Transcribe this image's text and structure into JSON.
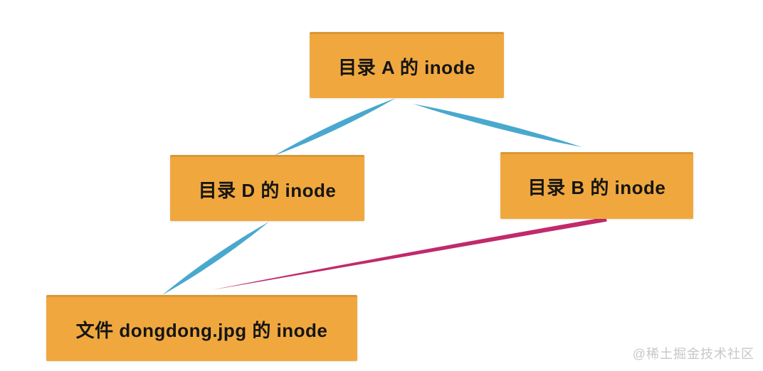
{
  "colors": {
    "background": "#ffffff",
    "node_fill": "#f0a83e",
    "node_text": "#151515",
    "link_blue": "#49a8ce",
    "link_pink": "#c12a6c",
    "watermark": "#c7c7c7"
  },
  "diagram": {
    "nodes": [
      {
        "id": "dir-a",
        "label": "目录 A 的 inode"
      },
      {
        "id": "dir-d",
        "label": "目录 D 的 inode"
      },
      {
        "id": "dir-b",
        "label": "目录 B 的 inode"
      },
      {
        "id": "file-dongdong",
        "label": "文件 dongdong.jpg 的 inode"
      }
    ],
    "edges": [
      {
        "from": "dir-a",
        "to": "dir-d",
        "color_key": "link_blue"
      },
      {
        "from": "dir-a",
        "to": "dir-b",
        "color_key": "link_blue"
      },
      {
        "from": "dir-d",
        "to": "file-dongdong",
        "color_key": "link_blue"
      },
      {
        "from": "dir-b",
        "to": "file-dongdong",
        "color_key": "link_pink"
      }
    ]
  },
  "watermark": {
    "text": "@稀土掘金技术社区"
  }
}
